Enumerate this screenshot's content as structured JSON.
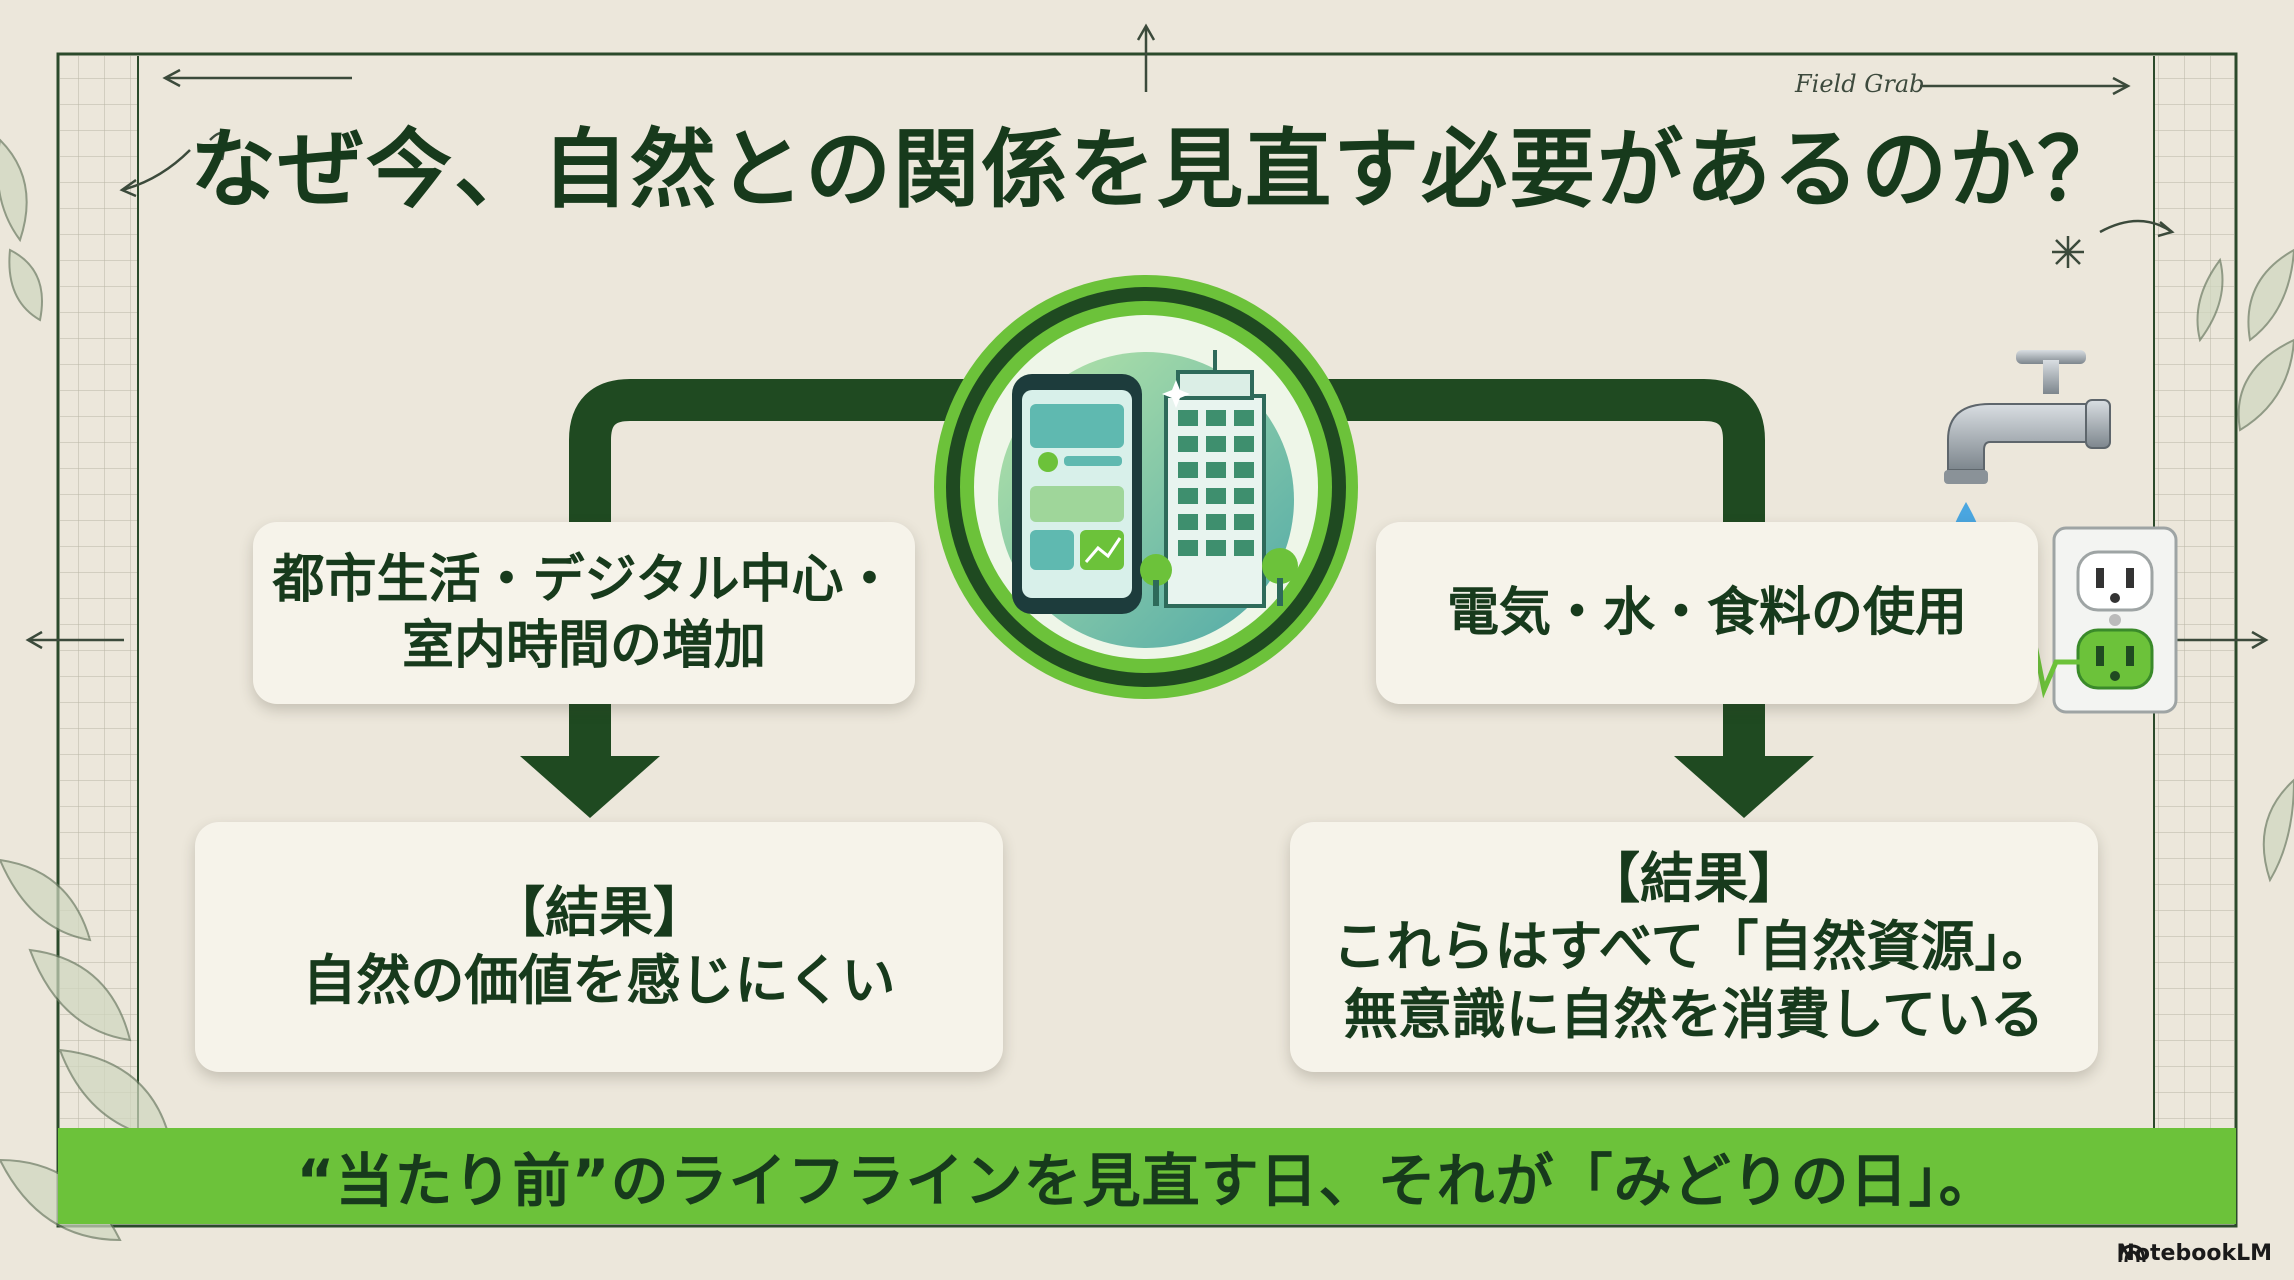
{
  "slide": {
    "title": "なぜ今、自然との関係を見直す必要があるのか？",
    "field_note": "Field Grab",
    "left_cause": {
      "line1": "都市生活・デジタル中心・",
      "line2": "室内時間の増加"
    },
    "right_cause": {
      "line1": "電気・水・食料の使用"
    },
    "left_result": {
      "heading": "【結果】",
      "line1": "自然の価値を感じにくい"
    },
    "right_result": {
      "heading": "【結果】",
      "line1": "これらはすべて「自然資源」。",
      "line2": "無意識に自然を消費している"
    },
    "banner": "“当たり前”のライフラインを見直す日、それが「みどりの日」。",
    "brand": "NotebookLM",
    "icons": {
      "center": "smartphone-and-building-icon",
      "faucet": "faucet-icon",
      "outlet": "power-outlet-icon",
      "logo": "notebooklm-logo-icon"
    },
    "colors": {
      "dark_green": "#1f4a21",
      "accent_green": "#6cc23a",
      "background": "#ece7db",
      "box": "#f6f3ea"
    }
  }
}
